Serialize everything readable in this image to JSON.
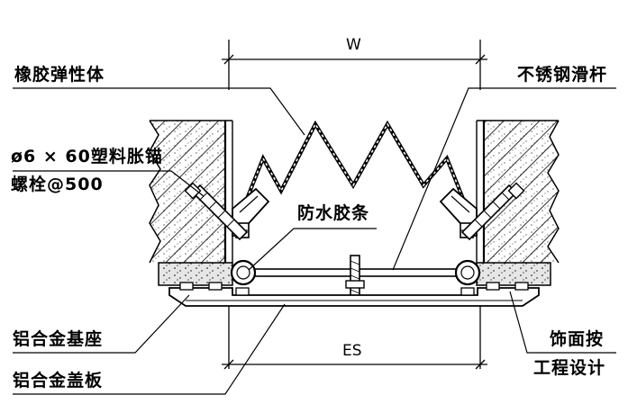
{
  "labels": {
    "rubber_elastomer": "橡胶弹性体",
    "stainless_slide_bar": "不锈钢滑杆",
    "anchor_bolt_line1": "ø6 × 60塑料胀锚",
    "anchor_bolt_line2": "螺栓@500",
    "waterproof_strip": "防水胶条",
    "aluminum_base": "铝合金基座",
    "aluminum_cover": "铝合金盖板",
    "finish_line1": "饰面按",
    "finish_line2": "工程设计"
  },
  "dimensions": {
    "top_width": "W",
    "bottom_width": "ES"
  },
  "colors": {
    "ink": "#000000",
    "paper": "#ffffff",
    "concrete_fill": "#e6e6e6"
  }
}
